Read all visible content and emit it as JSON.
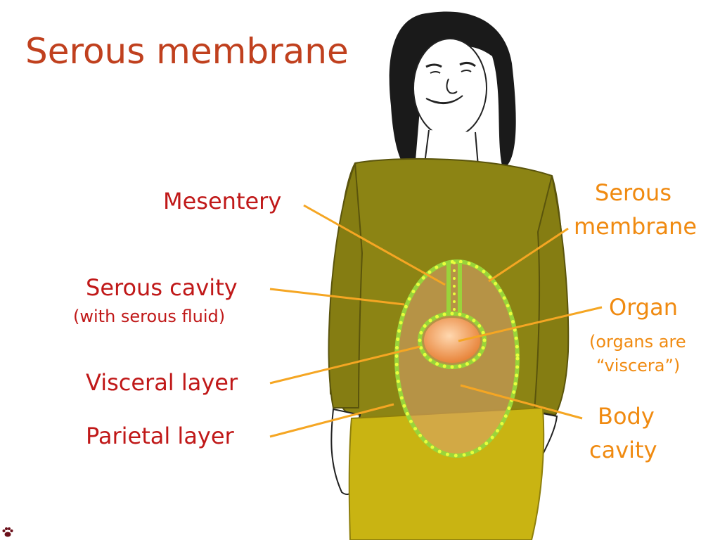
{
  "title": "Serous membrane",
  "labels": {
    "mesentery": "Mesentery",
    "serous_cavity": "Serous cavity",
    "serous_cavity_note": "(with serous fluid)",
    "visceral_layer": "Visceral layer",
    "parietal_layer": "Parietal layer",
    "serous_membrane_line1": "Serous",
    "serous_membrane_line2": "membrane",
    "organ": "Organ",
    "organ_note_line1": "(organs are",
    "organ_note_line2": "“viscera”)",
    "body_cavity_line1": "Body",
    "body_cavity_line2": "cavity"
  },
  "colors": {
    "title": "#c0401e",
    "left_labels": "#c01818",
    "right_labels": "#f08a10",
    "leader_lines": "#f5a623",
    "membrane_dots": "#e8ff3c",
    "membrane_outline": "#9ad43a",
    "shirt": "#8c8414",
    "skirt": "#c9b412",
    "organ": "#f2a060"
  }
}
